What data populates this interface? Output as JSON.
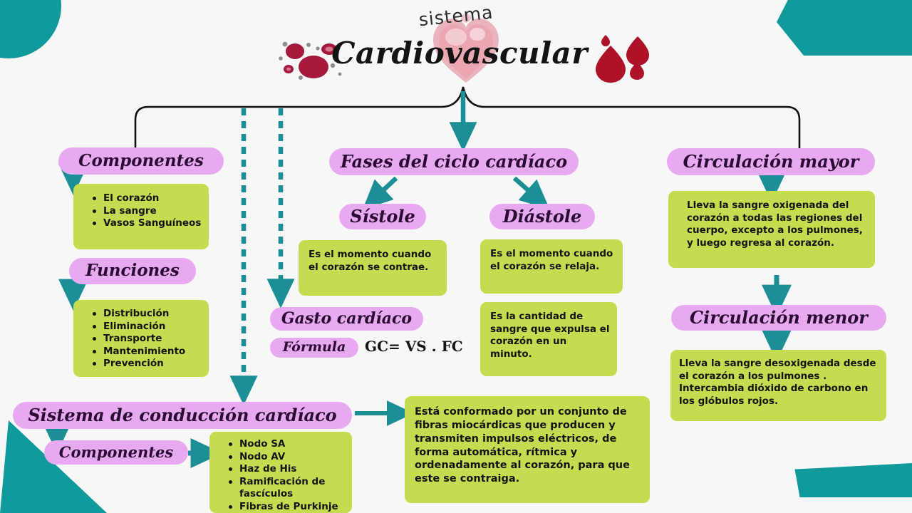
{
  "title": {
    "kicker": "sistema",
    "main": "Cardiovascular"
  },
  "colors": {
    "pill": "#e7a9f0",
    "box": "#c6dc50",
    "accent_teal": "#119a9b",
    "arrow_teal": "#1b8e96",
    "text_dark": "#141414",
    "pill_text": "#2b0b33",
    "blood_red": "#a6183c",
    "background": "#f8f7f8"
  },
  "branches": {
    "componentes": {
      "label": "Componentes",
      "items": [
        "El corazón",
        "La sangre",
        "Vasos Sanguíneos"
      ]
    },
    "funciones": {
      "label": "Funciones",
      "items": [
        "Distribución",
        "Eliminación",
        "Transporte",
        "Mantenimiento",
        "Prevención"
      ]
    },
    "fases": {
      "label": "Fases del ciclo cardíaco",
      "sistole": {
        "label": "Sístole",
        "description": "Es el momento cuando el corazón se contrae."
      },
      "diastole": {
        "label": "Diástole",
        "description": "Es el momento cuando el corazón se relaja.",
        "description2": "Es la cantidad de sangre que expulsa el corazón en un minuto."
      }
    },
    "gasto_cardiaco": {
      "label": "Gasto cardíaco",
      "formula_label": "Fórmula",
      "formula_value": "GC= VS . FC"
    },
    "circulacion_mayor": {
      "label": "Circulación mayor",
      "description": "Lleva la sangre oxigenada del corazón a todas las regiones del cuerpo, excepto a los pulmones, y luego regresa al corazón."
    },
    "circulacion_menor": {
      "label": "Circulación menor",
      "description": "Lleva la sangre desoxigenada desde el corazón a los pulmones . Intercambia dióxido de carbono en los glóbulos rojos."
    },
    "sistema_conduccion": {
      "label": "Sistema de conducción cardíaco",
      "componentes_label": "Componentes",
      "items": [
        "Nodo SA",
        "Nodo AV",
        "Haz de His",
        "Ramificación de fascículos",
        "Fibras de Purkinje"
      ],
      "description": "Está conformado por un conjunto de fibras miocárdicas que producen y transmiten impulsos eléctricos, de forma automática, rítmica y ordenadamente al corazón, para que este se contraiga."
    }
  }
}
